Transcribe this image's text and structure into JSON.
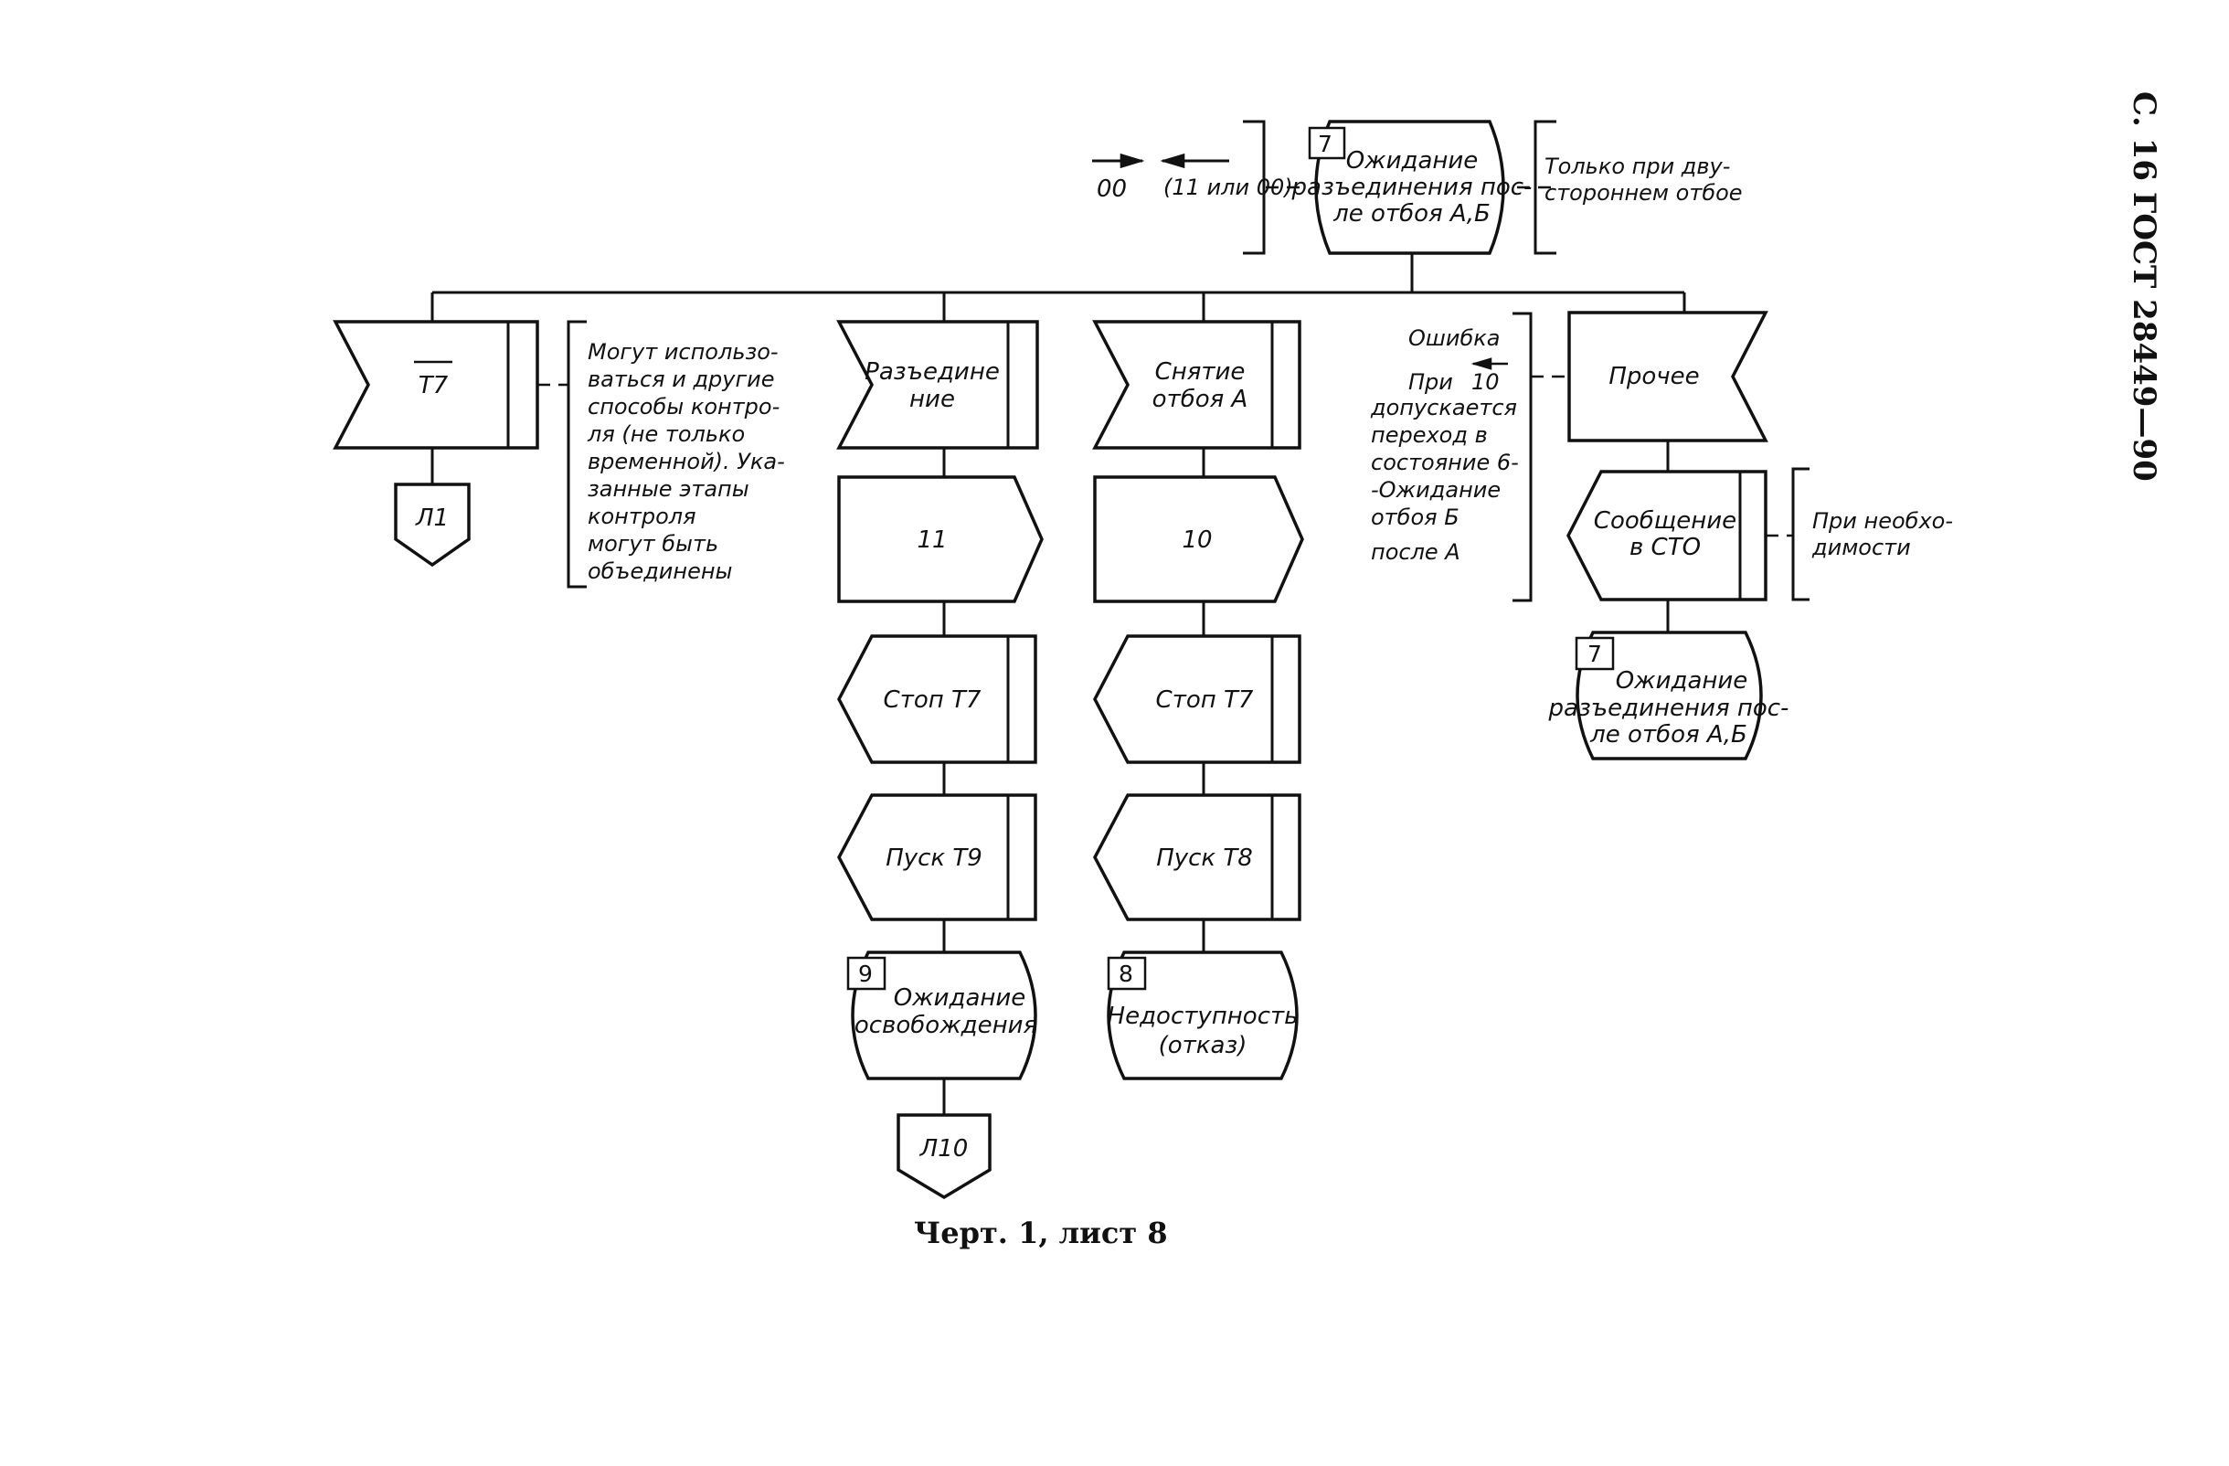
{
  "header": "С. 16 ГОСТ 28449—90",
  "caption": "Черт. 1, лист 8",
  "top_state": {
    "number": "7",
    "lines": [
      "Ожидание",
      "разъединения пос-",
      "ле отбоя А,Б"
    ]
  },
  "top_left_signals": {
    "out": "00",
    "in": "(11 или 00)"
  },
  "top_note": [
    "Только при дву-",
    "стороннем отбое"
  ],
  "branches": {
    "t7": {
      "input_label": "T7",
      "connector": "Л1",
      "note": [
        "Могут использо-",
        "ваться и другие",
        "способы контро-",
        "ля (не только",
        "временной). Ука-",
        "занные этапы",
        "контроля",
        "могут быть",
        "объединены"
      ]
    },
    "disconnect": {
      "input_label": [
        "Разъедине",
        "ние"
      ],
      "signal": "11",
      "task1": "Стоп Т7",
      "task2": "Пуск Т9",
      "state_number": "9",
      "state_lines": [
        "Ожидание",
        "освобождения"
      ],
      "connector": "Л10"
    },
    "release": {
      "input_label": [
        "Снятие",
        "отбоя А"
      ],
      "signal": "10",
      "task1": "Стоп Т7",
      "task2": "Пуск Т8",
      "state_number": "8",
      "state_lines": [
        "Недоступность",
        "(отказ)"
      ]
    },
    "other": {
      "error_note": {
        "title": "Ошибка",
        "pri": "При",
        "signal": "10",
        "rest": [
          "допускается",
          "переход в",
          "состояние 6-",
          "-Ожидание",
          "отбоя Б",
          "после  А"
        ]
      },
      "input_label": "Прочее",
      "output_label": [
        "Сообщение",
        "в СТО"
      ],
      "output_note": [
        "При необхо-",
        "димости"
      ],
      "state_number": "7",
      "state_lines": [
        "Ожидание",
        "разъединения пос-",
        "ле отбоя А,Б"
      ]
    }
  }
}
